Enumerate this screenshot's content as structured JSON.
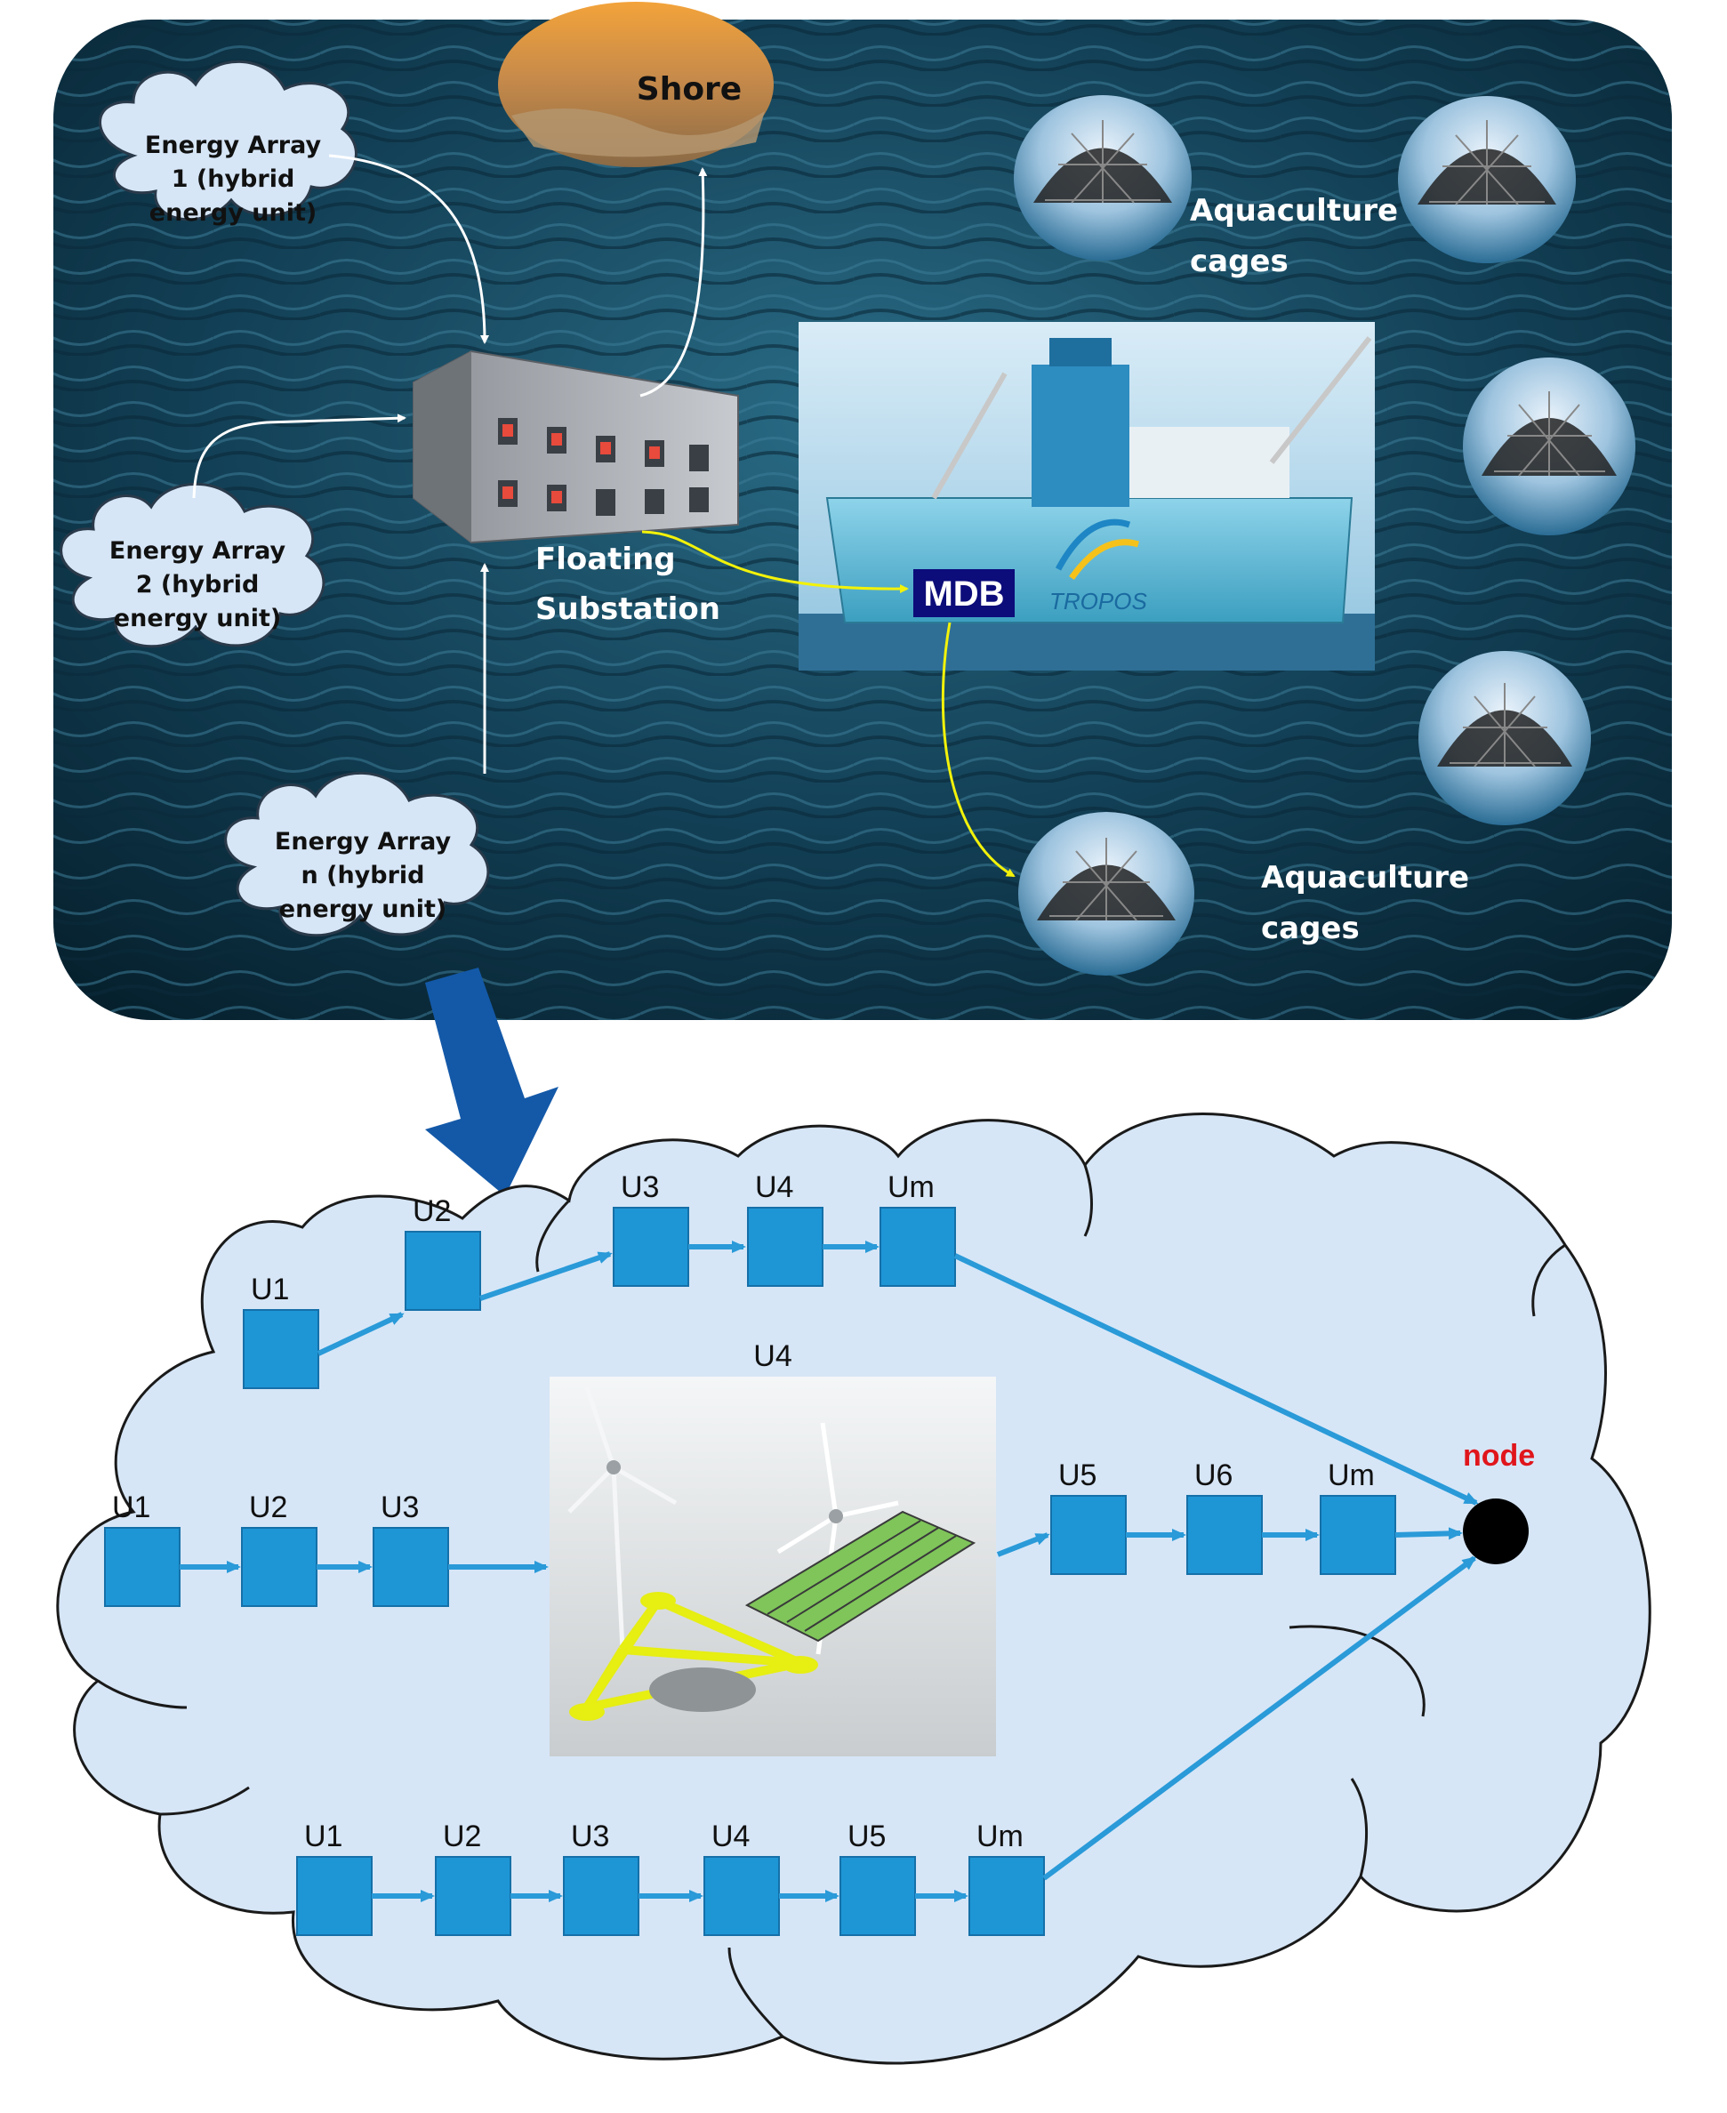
{
  "colors": {
    "sea_dark": "#0b2a3a",
    "sea_mid": "#1d5a72",
    "cloud_fill": "#d6e6f7",
    "unit_fill": "#1e96d6",
    "unit_arrow": "#2a9ad8",
    "yellow_link": "#f2f20a",
    "white_link": "#ffffff",
    "big_arrow": "#1459a8",
    "node_label": "#e0161c",
    "mdb_bg": "#0c0c7a"
  },
  "top": {
    "shore_label": "Shore",
    "arrays": [
      {
        "lines": [
          "Energy Array",
          "1 (hybrid",
          "energy unit)"
        ]
      },
      {
        "lines": [
          "Energy Array",
          "2 (hybrid",
          "energy unit)"
        ]
      },
      {
        "lines": [
          "Energy Array",
          "n (hybrid",
          "energy unit)"
        ]
      }
    ],
    "substation_lines": [
      "Floating",
      "Substation"
    ],
    "mdb_label": "MDB",
    "tropos_label": "TROPOS",
    "cages_label_1": [
      "Aquaculture",
      "cages"
    ],
    "cages_label_2": [
      "Aquaculture",
      "cages"
    ]
  },
  "bottom": {
    "row1": [
      "U1",
      "U2",
      "U3",
      "U4",
      "Um"
    ],
    "row2": [
      "U1",
      "U2",
      "U3",
      "U5",
      "U6",
      "Um"
    ],
    "row2_image_label": "U4",
    "row3": [
      "U1",
      "U2",
      "U3",
      "U4",
      "U5",
      "Um"
    ],
    "node_label": "node"
  }
}
